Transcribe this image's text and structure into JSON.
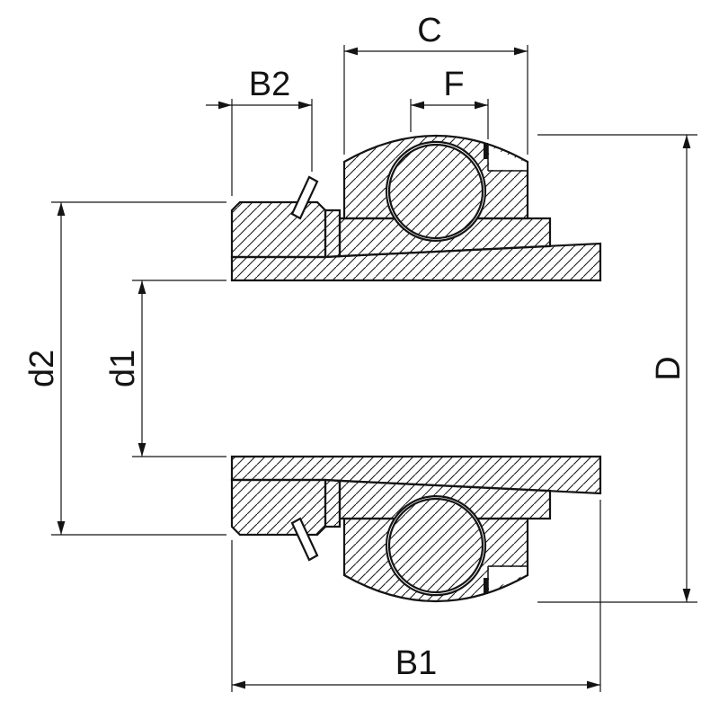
{
  "dimensions": {
    "c": {
      "label": "C"
    },
    "b2": {
      "label": "B2"
    },
    "f": {
      "label": "F"
    },
    "d2": {
      "label": "d2"
    },
    "d1": {
      "label": "d1"
    },
    "d": {
      "label": "D"
    },
    "b1": {
      "label": "B1"
    }
  },
  "colors": {
    "line": "#141414",
    "background": "#ffffff"
  }
}
